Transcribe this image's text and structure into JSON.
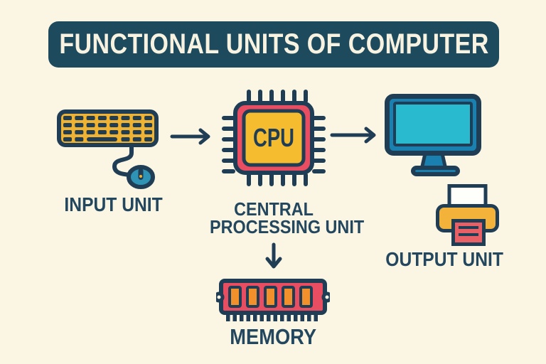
{
  "title": "FUNCTIONAL UNITS OF COMPUTER",
  "nodes": {
    "input": {
      "label": "INPUT UNIT",
      "icon": "keyboard-mouse-icon"
    },
    "cpu": {
      "chip_text": "CPU",
      "caption_lines": [
        "CENTRAL",
        "PROCESSING UNIT"
      ],
      "icon": "cpu-chip-icon"
    },
    "output": {
      "label": "OUTPUT UNIT",
      "icons": [
        "monitor-icon",
        "printer-icon"
      ]
    },
    "memory": {
      "label": "MEMORY",
      "icon": "ram-stick-icon"
    }
  },
  "connections": [
    {
      "from": "input",
      "to": "cpu",
      "direction": "right"
    },
    {
      "from": "cpu",
      "to": "output",
      "direction": "right"
    },
    {
      "from": "cpu",
      "to": "memory",
      "direction": "down"
    }
  ],
  "colors": {
    "background": "#fbf5e3",
    "banner_background": "#1e4a5e",
    "banner_text": "#f8f2e0",
    "label_text": "#22475e",
    "outline_navy": "#1f3d55",
    "keyboard_yellow": "#f0b331",
    "cpu_red": "#e84d62",
    "cpu_inner_yellow": "#f6bc2f",
    "monitor_blue": "#1a80af",
    "screen_cyan": "#2abacf",
    "mouse_blue": "#2e93b4",
    "ram_red": "#e84d62",
    "ram_chip_orange": "#f2912c",
    "printer_yellow": "#f3b33b",
    "printer_sheet_red": "#e85f66",
    "paper_white": "#fefefb"
  }
}
